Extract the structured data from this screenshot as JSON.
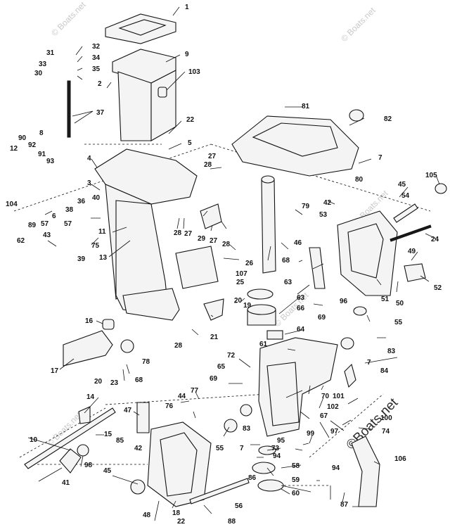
{
  "watermarks": {
    "top_left": "© Boats.net",
    "top_right": "© Boats.net",
    "right_mid": "© Boats.net",
    "center_mid": "© Boats.net",
    "left_bottom": "© Boats.net",
    "bottom_right": "©Boats.net"
  },
  "callouts": [
    {
      "id": "c1",
      "text": "1"
    },
    {
      "id": "c2",
      "text": "2"
    },
    {
      "id": "c3",
      "text": "3"
    },
    {
      "id": "c4",
      "text": "4"
    },
    {
      "id": "c5",
      "text": "5"
    },
    {
      "id": "c6",
      "text": "6"
    },
    {
      "id": "c7a",
      "text": "7"
    },
    {
      "id": "c7b",
      "text": "7"
    },
    {
      "id": "c7c",
      "text": "7"
    },
    {
      "id": "c8",
      "text": "8"
    },
    {
      "id": "c9",
      "text": "9"
    },
    {
      "id": "c10",
      "text": "10"
    },
    {
      "id": "c11",
      "text": "11"
    },
    {
      "id": "c12",
      "text": "12"
    },
    {
      "id": "c13",
      "text": "13"
    },
    {
      "id": "c14",
      "text": "14"
    },
    {
      "id": "c15",
      "text": "15"
    },
    {
      "id": "c16",
      "text": "16"
    },
    {
      "id": "c17",
      "text": "17"
    },
    {
      "id": "c18",
      "text": "18"
    },
    {
      "id": "c19",
      "text": "19"
    },
    {
      "id": "c20a",
      "text": "20"
    },
    {
      "id": "c20b",
      "text": "20"
    },
    {
      "id": "c21",
      "text": "21"
    },
    {
      "id": "c22a",
      "text": "22"
    },
    {
      "id": "c22b",
      "text": "22"
    },
    {
      "id": "c23",
      "text": "23"
    },
    {
      "id": "c24",
      "text": "24"
    },
    {
      "id": "c25",
      "text": "25"
    },
    {
      "id": "c26",
      "text": "26"
    },
    {
      "id": "c27a",
      "text": "27"
    },
    {
      "id": "c27b",
      "text": "27"
    },
    {
      "id": "c27c",
      "text": "27"
    },
    {
      "id": "c28a",
      "text": "28"
    },
    {
      "id": "c28b",
      "text": "28"
    },
    {
      "id": "c28c",
      "text": "28"
    },
    {
      "id": "c28d",
      "text": "28"
    },
    {
      "id": "c29",
      "text": "29"
    },
    {
      "id": "c30",
      "text": "30"
    },
    {
      "id": "c31",
      "text": "31"
    },
    {
      "id": "c32",
      "text": "32"
    },
    {
      "id": "c33",
      "text": "33"
    },
    {
      "id": "c34",
      "text": "34"
    },
    {
      "id": "c35",
      "text": "35"
    },
    {
      "id": "c36",
      "text": "36"
    },
    {
      "id": "c37",
      "text": "37"
    },
    {
      "id": "c38",
      "text": "38"
    },
    {
      "id": "c39",
      "text": "39"
    },
    {
      "id": "c40",
      "text": "40"
    },
    {
      "id": "c41",
      "text": "41"
    },
    {
      "id": "c42a",
      "text": "42"
    },
    {
      "id": "c42b",
      "text": "42"
    },
    {
      "id": "c43",
      "text": "43"
    },
    {
      "id": "c44",
      "text": "44"
    },
    {
      "id": "c45a",
      "text": "45"
    },
    {
      "id": "c45b",
      "text": "45"
    },
    {
      "id": "c46",
      "text": "46"
    },
    {
      "id": "c47",
      "text": "47"
    },
    {
      "id": "c48",
      "text": "48"
    },
    {
      "id": "c49",
      "text": "49"
    },
    {
      "id": "c50",
      "text": "50"
    },
    {
      "id": "c51",
      "text": "51"
    },
    {
      "id": "c52",
      "text": "52"
    },
    {
      "id": "c53",
      "text": "53"
    },
    {
      "id": "c54",
      "text": "54"
    },
    {
      "id": "c55a",
      "text": "55"
    },
    {
      "id": "c55b",
      "text": "55"
    },
    {
      "id": "c56",
      "text": "56"
    },
    {
      "id": "c57a",
      "text": "57"
    },
    {
      "id": "c57b",
      "text": "57"
    },
    {
      "id": "c58",
      "text": "58"
    },
    {
      "id": "c59",
      "text": "59"
    },
    {
      "id": "c60",
      "text": "60"
    },
    {
      "id": "c61",
      "text": "61"
    },
    {
      "id": "c62",
      "text": "62"
    },
    {
      "id": "c63a",
      "text": "63"
    },
    {
      "id": "c63b",
      "text": "63"
    },
    {
      "id": "c64",
      "text": "64"
    },
    {
      "id": "c65",
      "text": "65"
    },
    {
      "id": "c66",
      "text": "66"
    },
    {
      "id": "c67",
      "text": "67"
    },
    {
      "id": "c68a",
      "text": "68"
    },
    {
      "id": "c68b",
      "text": "68"
    },
    {
      "id": "c69a",
      "text": "69"
    },
    {
      "id": "c69b",
      "text": "69"
    },
    {
      "id": "c70",
      "text": "70"
    },
    {
      "id": "c72",
      "text": "72"
    },
    {
      "id": "c73",
      "text": "73"
    },
    {
      "id": "c74",
      "text": "74"
    },
    {
      "id": "c75",
      "text": "75"
    },
    {
      "id": "c76",
      "text": "76"
    },
    {
      "id": "c77",
      "text": "77"
    },
    {
      "id": "c78",
      "text": "78"
    },
    {
      "id": "c79",
      "text": "79"
    },
    {
      "id": "c80",
      "text": "80"
    },
    {
      "id": "c81",
      "text": "81"
    },
    {
      "id": "c82",
      "text": "82"
    },
    {
      "id": "c83a",
      "text": "83"
    },
    {
      "id": "c83b",
      "text": "83"
    },
    {
      "id": "c84",
      "text": "84"
    },
    {
      "id": "c85",
      "text": "85"
    },
    {
      "id": "c86",
      "text": "86"
    },
    {
      "id": "c87",
      "text": "87"
    },
    {
      "id": "c88",
      "text": "88"
    },
    {
      "id": "c89",
      "text": "89"
    },
    {
      "id": "c90",
      "text": "90"
    },
    {
      "id": "c91",
      "text": "91"
    },
    {
      "id": "c92",
      "text": "92"
    },
    {
      "id": "c93",
      "text": "93"
    },
    {
      "id": "c94a",
      "text": "94"
    },
    {
      "id": "c94b",
      "text": "94"
    },
    {
      "id": "c95",
      "text": "95"
    },
    {
      "id": "c96",
      "text": "96"
    },
    {
      "id": "c97",
      "text": "97"
    },
    {
      "id": "c98",
      "text": "98"
    },
    {
      "id": "c99",
      "text": "99"
    },
    {
      "id": "c100",
      "text": "100"
    },
    {
      "id": "c101",
      "text": "101"
    },
    {
      "id": "c102",
      "text": "102"
    },
    {
      "id": "c103",
      "text": "103"
    },
    {
      "id": "c104",
      "text": "104"
    },
    {
      "id": "c105",
      "text": "105"
    },
    {
      "id": "c106",
      "text": "106"
    },
    {
      "id": "c107",
      "text": "107"
    }
  ]
}
